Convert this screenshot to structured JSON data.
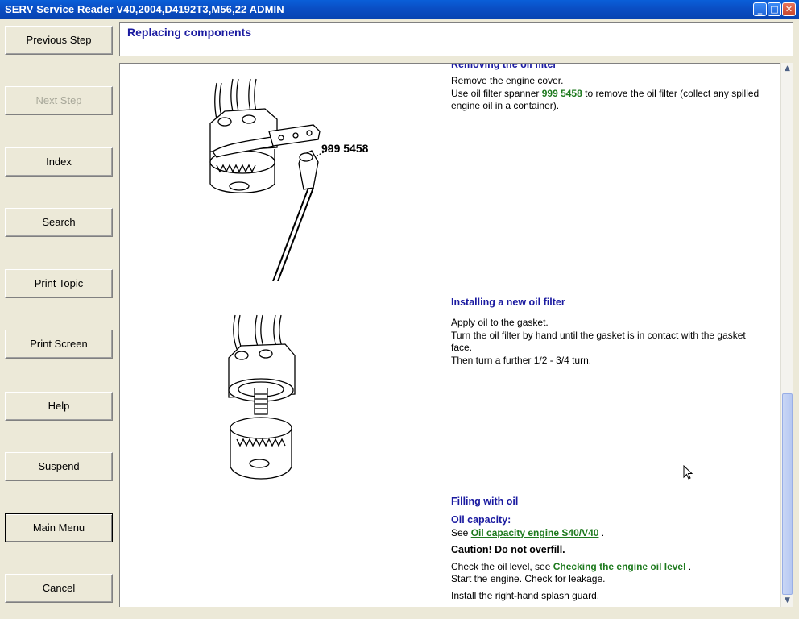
{
  "window": {
    "title": "SERV Service Reader V40,2004,D4192T3,M56,22 ADMIN",
    "minimize_glyph": "_",
    "maximize_glyph": "□",
    "close_glyph": "✕"
  },
  "nav": {
    "previous_step": "Previous Step",
    "next_step": "Next Step",
    "index": "Index",
    "search": "Search",
    "print_topic": "Print Topic",
    "print_screen": "Print Screen",
    "help": "Help",
    "suspend": "Suspend",
    "main_menu": "Main Menu",
    "cancel": "Cancel"
  },
  "header": {
    "title": "Replacing components"
  },
  "content": {
    "removing": {
      "heading": "Removing the oil filter",
      "line1": "Remove the engine cover.",
      "line2_pre": "Use oil filter spanner ",
      "line2_link": "999 5458",
      "line2_post": " to remove the oil filter (collect any spilled",
      "line3": "engine oil in a container).",
      "figure_label": "999 5458"
    },
    "installing": {
      "heading": "Installing a new oil filter",
      "line1": "Apply oil to the gasket.",
      "line2": "Turn the oil filter by hand until the gasket is in contact with the gasket",
      "line3": "face.",
      "line4": "Then turn a further 1/2 - 3/4 turn."
    },
    "filling": {
      "heading": "Filling with oil",
      "capacity_heading": "Oil capacity:",
      "see_pre": "See ",
      "see_link": "Oil capacity engine S40/V40",
      "see_post": " .",
      "caution": "Caution! Do not overfill.",
      "check_pre": "Check the oil level, see ",
      "check_link": "Checking the engine oil level",
      "check_post": " .",
      "start": "Start the engine. Check for leakage.",
      "install": "Install the right-hand splash guard."
    }
  },
  "colors": {
    "heading_blue": "#1a1aa0",
    "link_green": "#1e7a1e",
    "titlebar_blue": "#0a4ec4"
  }
}
